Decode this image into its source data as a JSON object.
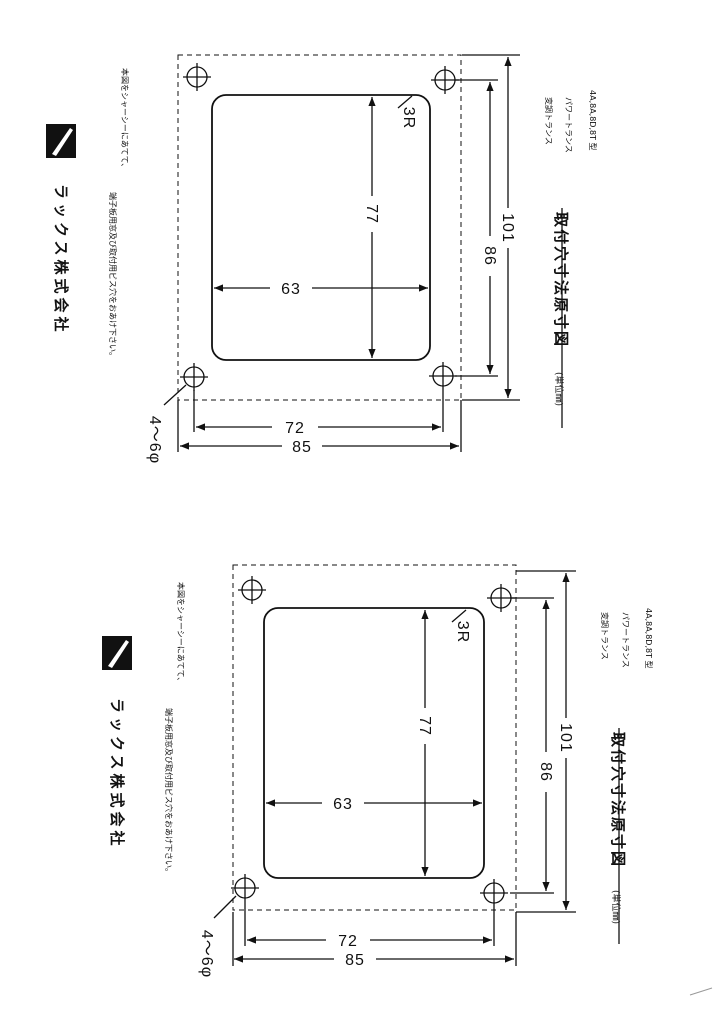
{
  "drawings": [
    {
      "models": "4A,8A,8D,8T 型",
      "category_1": "パワートランス",
      "category_2": "変調トランス",
      "title": "取付穴寸法原寸図",
      "unit": "(単位㎜)",
      "note_1": "本図をシャーシーにあてて、",
      "note_2": "端子板用窓及び取付用ビス穴をおあけ下さい。",
      "company": "ラックス株式会社",
      "logo_mark": "/",
      "dim_101": "101",
      "dim_86": "86",
      "dim_77": "77",
      "dim_63": "63",
      "dim_72": "72",
      "dim_85": "85",
      "dim_radius": "3R",
      "dim_hole": "4～6φ"
    },
    {
      "models": "4A,8A,8D,8T 型",
      "category_1": "パワートランス",
      "category_2": "変調トランス",
      "title": "取付穴寸法原寸図",
      "unit": "(単位㎜)",
      "note_1": "本図をシャーシーにあてて、",
      "note_2": "端子板用窓及び取付用ビス穴をおあけ下さい。",
      "company": "ラックス株式会社",
      "logo_mark": "/",
      "dim_101": "101",
      "dim_86": "86",
      "dim_77": "77",
      "dim_63": "63",
      "dim_72": "72",
      "dim_85": "85",
      "dim_radius": "3R",
      "dim_hole": "4～6φ"
    }
  ]
}
